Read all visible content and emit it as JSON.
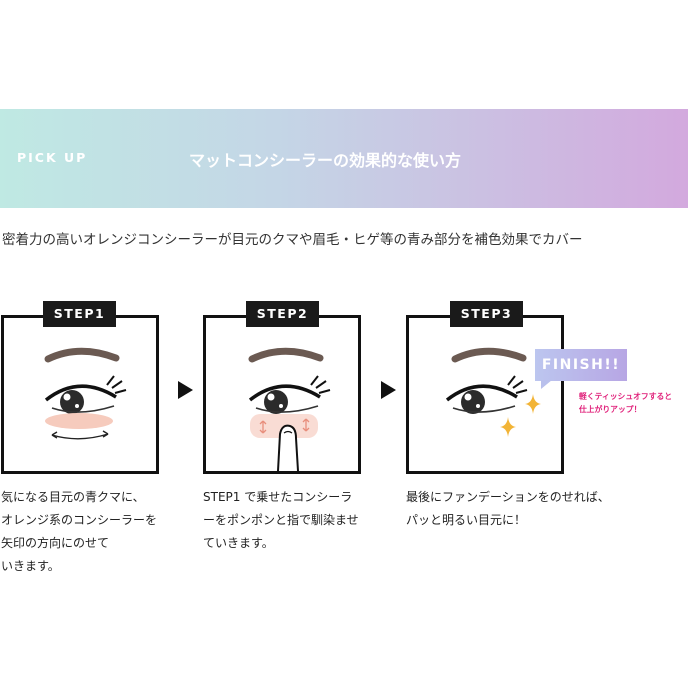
{
  "banner": {
    "label": "PICK UP",
    "title": "マットコンシーラーの効果的な使い方"
  },
  "intro": "密着力の高いオレンジコンシーラーが目元のクマや眉毛・ヒゲ等の青み部分を補色効果でカバー",
  "steps": [
    {
      "tag": "STEP1",
      "desc": "気になる目元の青クマに、\nオレンジ系のコンシーラーを\n矢印の方向にのせて\nいきます。"
    },
    {
      "tag": "STEP2",
      "desc": "STEP1 で乗せたコンシーラ\nーをポンポンと指で馴染ませ\nていきます。"
    },
    {
      "tag": "STEP3",
      "desc": "最後にファンデーションをのせれば、\nパッと明るい目元に！"
    }
  ],
  "finish": {
    "label": "FINISH!!",
    "note": "軽くティッシュオフすると\n仕上がりアップ！"
  },
  "colors": {
    "banner_gradient": [
      "#bfe9e3",
      "#d3a9de"
    ],
    "concealer": "#f6cbbd",
    "sparkle": "#f2b436",
    "finish_note": "#e0207a"
  },
  "icons": [
    "right-triangle-arrow-icon",
    "sparkle-icon",
    "finger-illustration"
  ]
}
